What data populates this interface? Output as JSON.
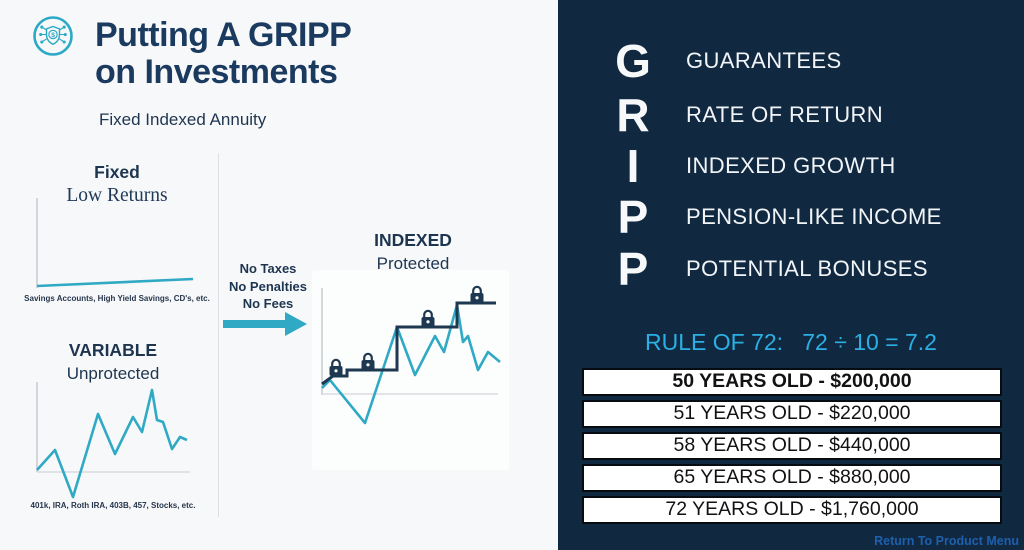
{
  "header": {
    "title_line1": "Putting A GRIPP",
    "title_line2": "on Investments",
    "subtitle": "Fixed Indexed Annuity",
    "icon": "shield-dollar-network-icon"
  },
  "left": {
    "fixed": {
      "title": "Fixed",
      "subtitle": "Low Returns",
      "caption": "Savings Accounts, High Yield Savings, CD's, etc."
    },
    "variable": {
      "title": "VARIABLE",
      "subtitle": "Unprotected",
      "caption": "401k, IRA, Roth IRA, 403B, 457, Stocks, etc."
    },
    "middle": {
      "line1": "No Taxes",
      "line2": "No Penalties",
      "line3": "No Fees"
    },
    "indexed": {
      "title": "INDEXED",
      "subtitle": "Protected"
    }
  },
  "gripp": {
    "items": [
      {
        "letter": "G",
        "label": "GUARANTEES"
      },
      {
        "letter": "R",
        "label": "RATE OF RETURN"
      },
      {
        "letter": "I",
        "label": "INDEXED GROWTH"
      },
      {
        "letter": "P",
        "label": "PENSION-LIKE INCOME"
      },
      {
        "letter": "P",
        "label": "POTENTIAL BONUSES"
      }
    ]
  },
  "rule_of_72": "RULE OF 72:   72 ÷ 10 = 7.2",
  "table": {
    "rows": [
      "50 YEARS OLD - $200,000",
      "51 YEARS OLD - $220,000",
      "58 YEARS OLD - $440,000",
      "65 YEARS OLD - $880,000",
      "72 YEARS OLD - $1,760,000"
    ]
  },
  "footer": {
    "link": "Return To Product Menu"
  },
  "colors": {
    "teal": "#2FA9C4",
    "navy_text": "#1B3A5F",
    "step_navy": "#1D3850",
    "panel_bg": "#112940",
    "cyan_accent": "#2CAFE4",
    "link_blue": "#1E5FAE"
  },
  "chart_data": [
    {
      "type": "line",
      "title": "Fixed",
      "subtitle": "Low Returns",
      "caption": "Savings Accounts, High Yield Savings, CD's, etc.",
      "points": [
        [
          2,
          90
        ],
        [
          158,
          83
        ]
      ]
    },
    {
      "type": "line",
      "title": "VARIABLE",
      "subtitle": "Unprotected",
      "caption": "401k, IRA, Roth IRA, 403B, 457, Stocks, etc.",
      "points": [
        [
          2,
          88
        ],
        [
          20,
          68
        ],
        [
          38,
          115
        ],
        [
          63,
          32
        ],
        [
          80,
          72
        ],
        [
          98,
          35
        ],
        [
          107,
          50
        ],
        [
          117,
          8
        ],
        [
          122,
          38
        ],
        [
          128,
          40
        ],
        [
          137,
          67
        ],
        [
          145,
          55
        ],
        [
          152,
          58
        ]
      ]
    },
    {
      "type": "line",
      "title": "INDEXED",
      "subtitle": "Protected",
      "series": [
        {
          "name": "locked-floor-steps",
          "points": [
            [
              9,
              112
            ],
            [
              20,
              104
            ],
            [
              34,
              104
            ],
            [
              34,
              98
            ],
            [
              84,
              98
            ],
            [
              84,
              55
            ],
            [
              144,
              55
            ],
            [
              144,
              31
            ],
            [
              183,
              31
            ]
          ]
        },
        {
          "name": "index-value",
          "points": [
            [
              9,
              116
            ],
            [
              17,
              108
            ],
            [
              21,
              113
            ],
            [
              52,
              151
            ],
            [
              84,
              55
            ],
            [
              102,
              103
            ],
            [
              122,
              64
            ],
            [
              131,
              80
            ],
            [
              144,
              33
            ],
            [
              150,
              70
            ],
            [
              155,
              64
            ],
            [
              165,
              98
            ],
            [
              175,
              80
            ],
            [
              187,
              90
            ]
          ]
        }
      ],
      "locks_at": [
        [
          23,
          104
        ],
        [
          55,
          98
        ],
        [
          115,
          55
        ],
        [
          164,
          31
        ]
      ]
    }
  ]
}
